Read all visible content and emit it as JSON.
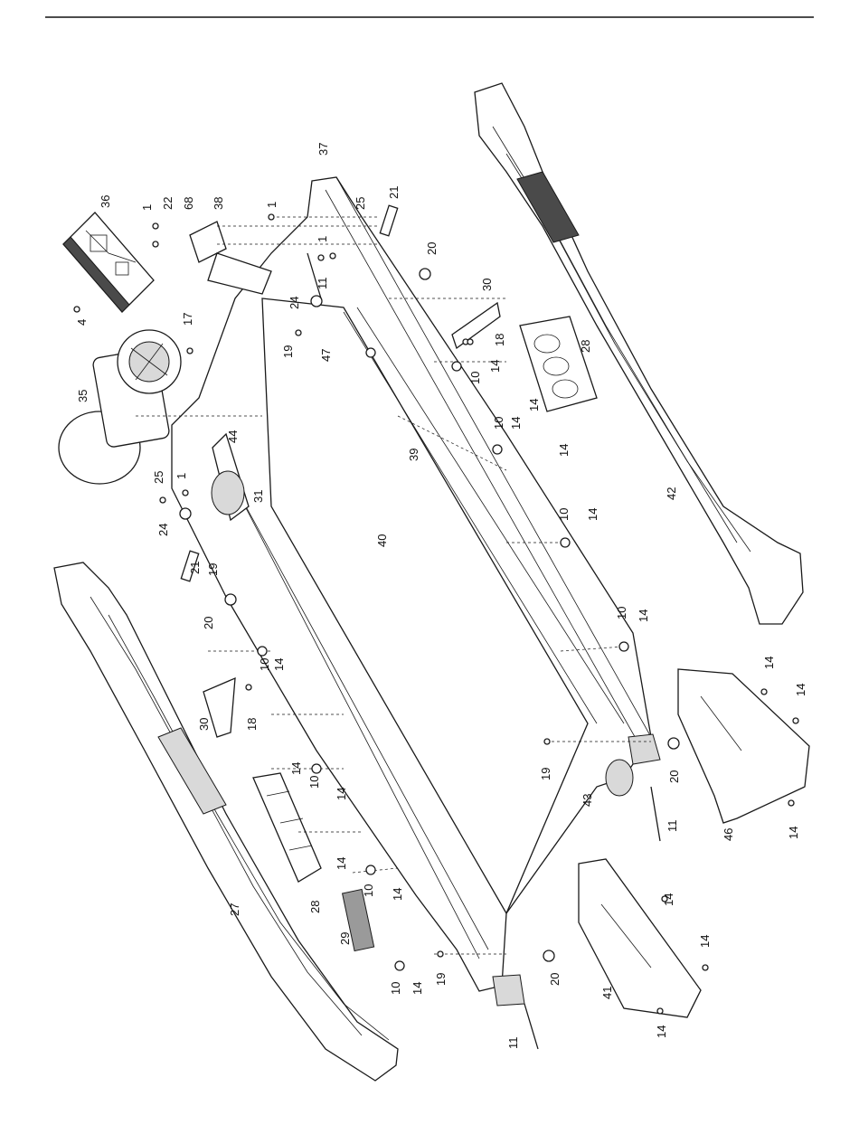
{
  "callouts": [
    "1",
    "4",
    "10",
    "11",
    "14",
    "17",
    "18",
    "19",
    "20",
    "21",
    "22",
    "24",
    "25",
    "27",
    "28",
    "29",
    "30",
    "31",
    "35",
    "36",
    "37",
    "38",
    "39",
    "40",
    "41",
    "42",
    "43",
    "44",
    "46",
    "47",
    "68"
  ],
  "colors": {
    "ink": "#1a1a1a",
    "shade": "#d9d9d9",
    "label_strip": "#9a9a9a"
  }
}
